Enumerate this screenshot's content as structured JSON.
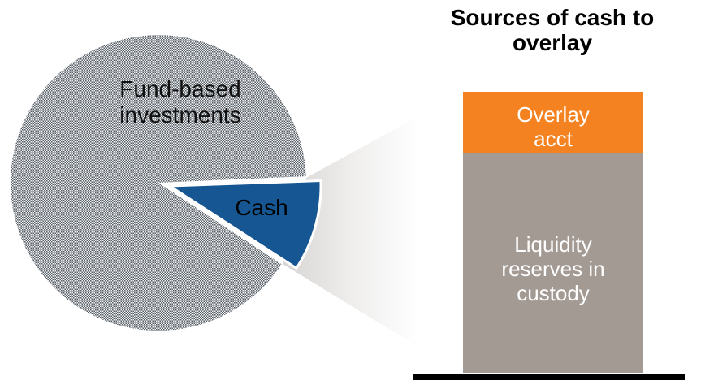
{
  "title": "Sources of cash to overlay",
  "pie": {
    "label_large": "Fund-based investments",
    "label_small": "Cash"
  },
  "bar": {
    "segments": [
      {
        "label": "Overlay acct",
        "color": "#F58220",
        "text_color": "#FFFFFF",
        "height_pct_of_bar": 22
      },
      {
        "label": "Liquidity reserves in custody",
        "color": "#A39A94",
        "text_color": "#FFFFFF",
        "height_pct_of_bar": 78
      }
    ]
  },
  "colors": {
    "cash_slice_blue": "#165692",
    "overlay_orange": "#F58220",
    "liquidity_taupe": "#A39A94",
    "pie_pattern_dot": "#565E66",
    "pie_pattern_bg": "#F1F2F3",
    "funnel_shade": "#D8D6D4",
    "axis_black": "#000000",
    "title_text": "#000000",
    "bar_label_text": "#FFFFFF"
  },
  "chart_data": {
    "type": "pie",
    "subtype": "bar-of-pie",
    "title": "Sources of cash to overlay",
    "slices": [
      {
        "label": "Fund-based investments",
        "value_pct_est": 90,
        "fill": "dotted-gray-pattern",
        "exploded": false
      },
      {
        "label": "Cash",
        "value_pct_est": 10,
        "fill": "#165692",
        "exploded": true
      }
    ],
    "bar_breakdown": {
      "of_slice": "Cash",
      "type": "stacked-bar",
      "title": "Sources of cash to overlay",
      "segments": [
        {
          "label": "Overlay acct",
          "pct_of_bar_est": 22,
          "color": "#F58220"
        },
        {
          "label": "Liquidity reserves in custody",
          "pct_of_bar_est": 78,
          "color": "#A39A94"
        }
      ]
    },
    "legend": "none",
    "axes": "none; single black baseline under bar",
    "notes": "No numeric labels are printed in the figure; percentages estimated from segment geometry."
  }
}
